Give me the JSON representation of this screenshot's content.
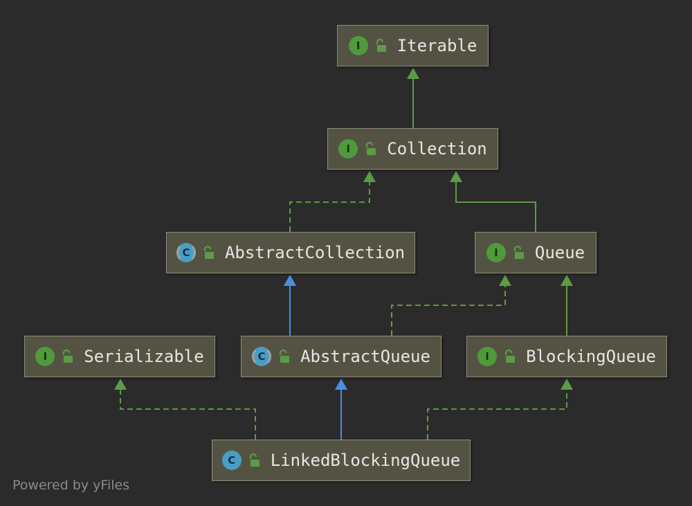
{
  "nodes": {
    "iterable": {
      "label": "Iterable",
      "kind": "interface",
      "badge": "I",
      "access_icon": "unlocked-padlock-icon"
    },
    "collection": {
      "label": "Collection",
      "kind": "interface",
      "badge": "I",
      "access_icon": "unlocked-padlock-icon"
    },
    "abstract_collection": {
      "label": "AbstractCollection",
      "kind": "abstract-class",
      "badge": "C",
      "access_icon": "unlocked-padlock-icon"
    },
    "queue": {
      "label": "Queue",
      "kind": "interface",
      "badge": "I",
      "access_icon": "unlocked-padlock-icon"
    },
    "serializable": {
      "label": "Serializable",
      "kind": "interface",
      "badge": "I",
      "access_icon": "unlocked-padlock-icon"
    },
    "abstract_queue": {
      "label": "AbstractQueue",
      "kind": "abstract-class",
      "badge": "C",
      "access_icon": "unlocked-padlock-icon"
    },
    "blocking_queue": {
      "label": "BlockingQueue",
      "kind": "interface",
      "badge": "I",
      "access_icon": "unlocked-padlock-icon"
    },
    "linked_blocking_queue": {
      "label": "LinkedBlockingQueue",
      "kind": "class",
      "badge": "C",
      "access_icon": "unlocked-padlock-icon"
    }
  },
  "edges": [
    {
      "from": "collection",
      "to": "iterable",
      "type": "extends",
      "style": "solid",
      "color": "#5d9b47"
    },
    {
      "from": "abstract_collection",
      "to": "collection",
      "type": "implements",
      "style": "dashed",
      "color": "#5d9b47"
    },
    {
      "from": "queue",
      "to": "collection",
      "type": "extends",
      "style": "solid",
      "color": "#5d9b47"
    },
    {
      "from": "abstract_queue",
      "to": "abstract_collection",
      "type": "extends",
      "style": "solid",
      "color": "#4a90e2"
    },
    {
      "from": "abstract_queue",
      "to": "queue",
      "type": "implements",
      "style": "dashed",
      "color": "#5d9b47"
    },
    {
      "from": "blocking_queue",
      "to": "queue",
      "type": "extends",
      "style": "solid",
      "color": "#5d9b47"
    },
    {
      "from": "linked_blocking_queue",
      "to": "serializable",
      "type": "implements",
      "style": "dashed",
      "color": "#5d9b47"
    },
    {
      "from": "linked_blocking_queue",
      "to": "abstract_queue",
      "type": "extends",
      "style": "solid",
      "color": "#4a90e2"
    },
    {
      "from": "linked_blocking_queue",
      "to": "blocking_queue",
      "type": "implements",
      "style": "dashed",
      "color": "#5d9b47"
    }
  ],
  "colors": {
    "background": "#2b2b2b",
    "node_fill": "#545343",
    "interface_badge": "#4f9a3a",
    "class_badge": "#4a9dc5",
    "interface_edge": "#5d9b47",
    "class_edge": "#4a90e2"
  },
  "footer": "Powered by yFiles"
}
